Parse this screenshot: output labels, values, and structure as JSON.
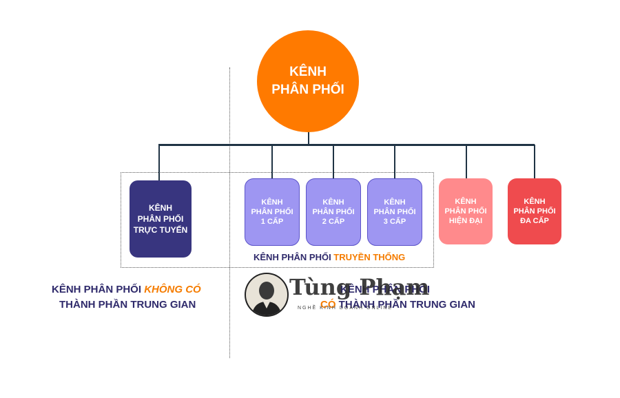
{
  "colors": {
    "root": "#ff7a00",
    "online": "#38357f",
    "traditional": "#9e96f2",
    "modern": "#ff8a8c",
    "multilevel": "#ef4b4e",
    "line": "#1f3344",
    "label_text": "#2f2a6b",
    "accent": "#f57c00"
  },
  "root": {
    "line1": "KÊNH",
    "line2": "PHÂN PHỐI"
  },
  "nodes": {
    "online": {
      "line1": "KÊNH",
      "line2": "PHÂN PHỐI",
      "line3": "TRỰC TUYẾN"
    },
    "level1": {
      "line1": "KÊNH",
      "line2": "PHÂN PHỐI",
      "line3": "1 CẤP"
    },
    "level2": {
      "line1": "KÊNH",
      "line2": "PHÂN PHỐI",
      "line3": "2 CẤP"
    },
    "level3": {
      "line1": "KÊNH",
      "line2": "PHÂN PHỐI",
      "line3": "3 CẤP"
    },
    "modern": {
      "line1": "KÊNH",
      "line2": "PHÂN PHỐI",
      "line3": "HIỆN ĐẠI"
    },
    "multilevel": {
      "line1": "KÊNH",
      "line2": "PHÂN PHỐI",
      "line3": "ĐA CẤP"
    }
  },
  "traditional_label": {
    "prefix": "KÊNH PHÂN PHỐI ",
    "accent": "TRUYỀN THỐNG"
  },
  "left_caption": {
    "prefix": "KÊNH PHÂN PHỐI ",
    "accent": "KHÔNG CÓ",
    "line2": "THÀNH PHẦN TRUNG GIAN"
  },
  "right_caption": {
    "line1": "KÊNH PHÂN PHỐI",
    "accent": "CÓ",
    "line2": "THÀNH PHẦN TRUNG GIAN"
  },
  "watermark": {
    "title": "Tùng Phạm",
    "subtitle": "NGHỀ KINH DOANH ONLINE"
  }
}
